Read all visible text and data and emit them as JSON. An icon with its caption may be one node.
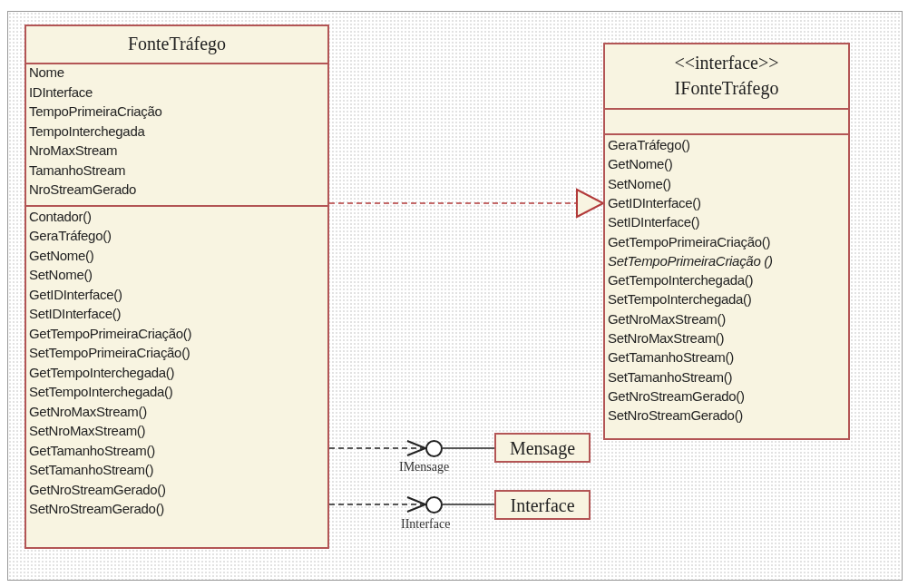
{
  "diagram": {
    "nodes": [
      {
        "text": [
          "FonteTráfego",
          "Nome",
          "IDInterface",
          "TempoPrimeiraCriação",
          "TempoInterchegada",
          "NroMaxStream",
          "TamanhoStream",
          "NroStreamGerado",
          "Contador()",
          "GeraTráfego()",
          "GetNome()",
          "SetNome()",
          "GetIDInterface()",
          "SetIDInterface()",
          "GetTempoPrimeiraCriação()",
          "SetTempoPrimeiraCriação()",
          "GetTempoInterchegada()",
          "SetTempoInterchegada()",
          "GetNroMaxStream()",
          "SetNroMaxStream()",
          "GetTamanhoStream()",
          "SetTamanhoStream()",
          "GetNroStreamGerado()",
          "SetNroStreamGerado()"
        ]
      },
      {
        "text": [
          "<<interface>>",
          "IFonteTráfego",
          "GeraTráfego()",
          "GetNome()",
          "SetNome()",
          "GetIDInterface()",
          "SetIDInterface()",
          "GetTempoPrimeiraCriação()",
          "SetTempoPrimeiraCriação ()",
          "GetTempoInterchegada()",
          "SetTempoInterchegada()",
          "GetNroMaxStream()",
          "SetNroMaxStream()",
          "GetTamanhoStream()",
          "SetTamanhoStream()",
          "GetNroStreamGerado()",
          "SetNroStreamGerado()"
        ]
      },
      {
        "text": [],
        "shape": "circle",
        "beside": [
          "IMensage"
        ]
      },
      {
        "text": [
          "Mensage"
        ]
      },
      {
        "text": [],
        "shape": "circle",
        "beside": [
          "IInterface"
        ]
      },
      {
        "text": [
          "Interface"
        ]
      }
    ],
    "edges": [
      {
        "from": 0,
        "to": 1,
        "arrow": "to",
        "style": "dashed",
        "color": "#b23a3a"
      },
      {
        "from": 0,
        "to": 2,
        "arrow": "to",
        "style": "dashed"
      },
      {
        "from": 3,
        "to": 2,
        "arrow": "none"
      },
      {
        "from": 0,
        "to": 4,
        "arrow": "to",
        "style": "dashed"
      },
      {
        "from": 5,
        "to": 4,
        "arrow": "none"
      }
    ]
  }
}
